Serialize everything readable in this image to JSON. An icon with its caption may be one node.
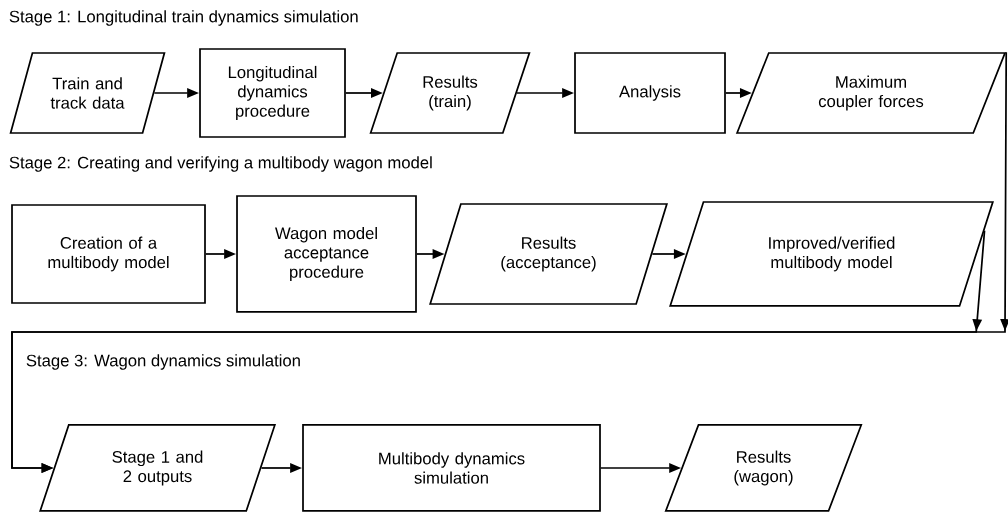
{
  "diagram": {
    "nodes": [
      {
        "text": [
          "Train and track data"
        ]
      },
      {
        "text": [
          "Longitudinal dynamics procedure"
        ]
      },
      {
        "text": [
          "Results (train)"
        ]
      },
      {
        "text": [
          "Analysis"
        ]
      },
      {
        "text": [
          "Maximum coupler forces"
        ]
      },
      {
        "text": [
          "Creation of a multibody model"
        ]
      },
      {
        "text": [
          "Wagon model acceptance procedure"
        ]
      },
      {
        "text": [
          "Results (acceptance)"
        ]
      },
      {
        "text": [
          "Improved/verified multibody model"
        ]
      },
      {
        "text": [
          "Stage 1 and 2 outputs"
        ]
      },
      {
        "text": [
          "Multibody dynamics simulation"
        ]
      },
      {
        "text": [
          "Results (wagon)"
        ]
      }
    ],
    "edges": [
      {
        "from": 0,
        "to": 1,
        "arrow": "to"
      },
      {
        "from": 1,
        "to": 2,
        "arrow": "to"
      },
      {
        "from": 2,
        "to": 3,
        "arrow": "to"
      },
      {
        "from": 3,
        "to": 4,
        "arrow": "to"
      },
      {
        "from": 5,
        "to": 6,
        "arrow": "to"
      },
      {
        "from": 6,
        "to": 7,
        "arrow": "to"
      },
      {
        "from": 7,
        "to": 8,
        "arrow": "to"
      },
      {
        "from": 4,
        "to": 9,
        "arrow": "to"
      },
      {
        "from": 8,
        "to": 9,
        "arrow": "to"
      },
      {
        "from": 9,
        "to": 10,
        "arrow": "to"
      },
      {
        "from": 10,
        "to": 11,
        "arrow": "to"
      }
    ],
    "labels": [
      "Stage 1: Longitudinal train dynamics simulation",
      "Stage 2: Creating and verifying a multibody wagon model",
      "Stage 3: Wagon dynamics simulation"
    ]
  }
}
